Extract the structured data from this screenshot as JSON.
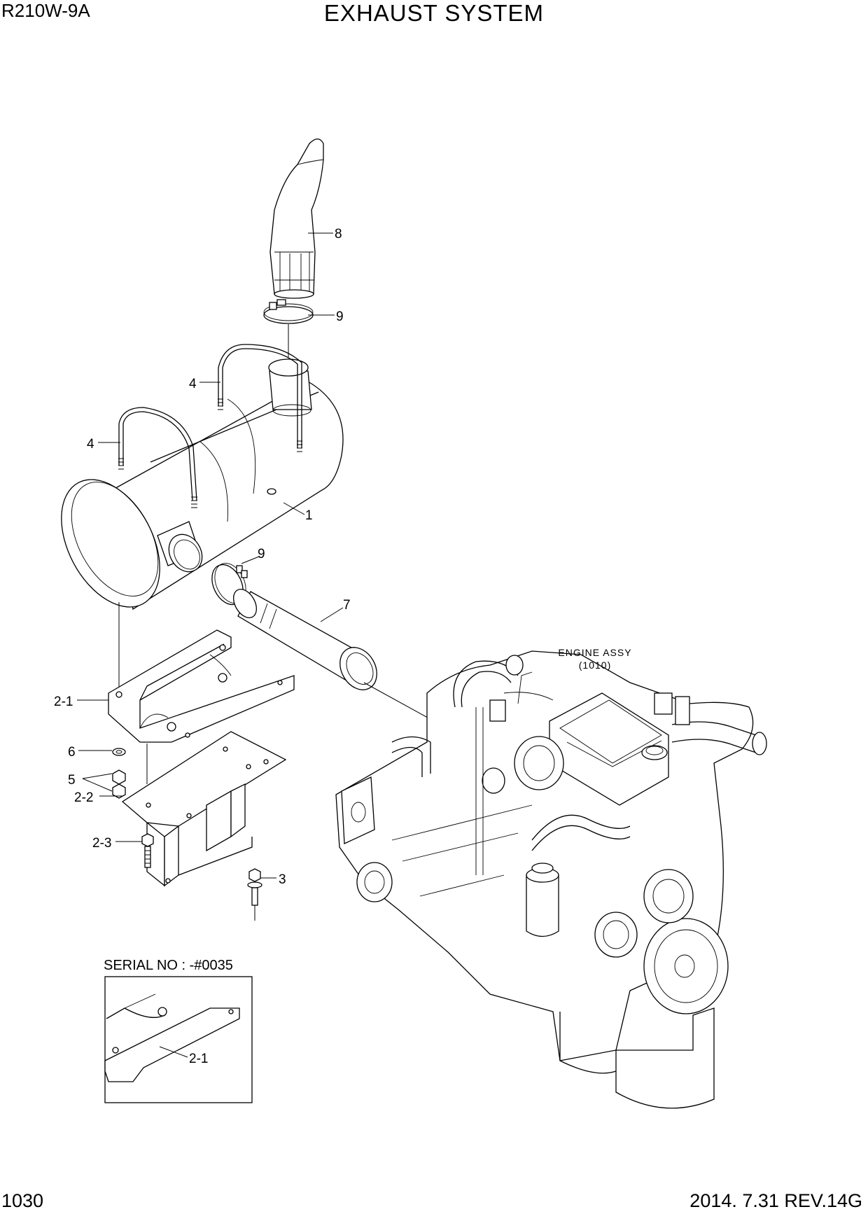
{
  "header": {
    "model": "R210W-9A",
    "title": "EXHAUST SYSTEM"
  },
  "footer": {
    "page_number": "1030",
    "revision": "2014. 7.31  REV.14G"
  },
  "callouts": {
    "c8": "8",
    "c9a": "9",
    "c4a": "4",
    "c4b": "4",
    "c1": "1",
    "c9b": "9",
    "c7": "7",
    "c2_1": "2-1",
    "c6": "6",
    "c5": "5",
    "c2_2": "2-2",
    "c2_3": "2-3",
    "c3": "3",
    "c2_1_inset": "2-1"
  },
  "engine_note": {
    "line1": "ENGINE ASSY",
    "line2": "(1010)"
  },
  "inset": {
    "serial_label": "SERIAL NO : -#0035"
  }
}
